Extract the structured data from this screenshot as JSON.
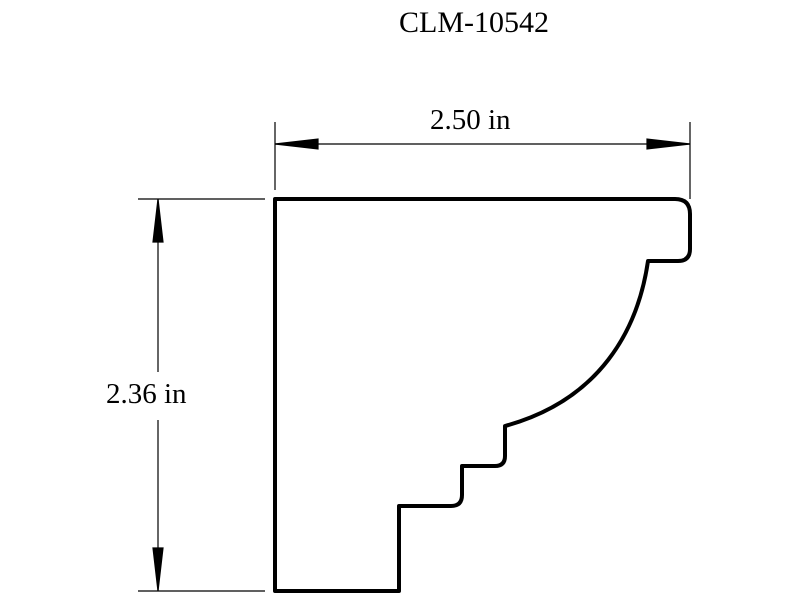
{
  "title": "CLM-10542",
  "dimensions": {
    "width_label": "2.50 in",
    "height_label": "2.36 in"
  }
}
